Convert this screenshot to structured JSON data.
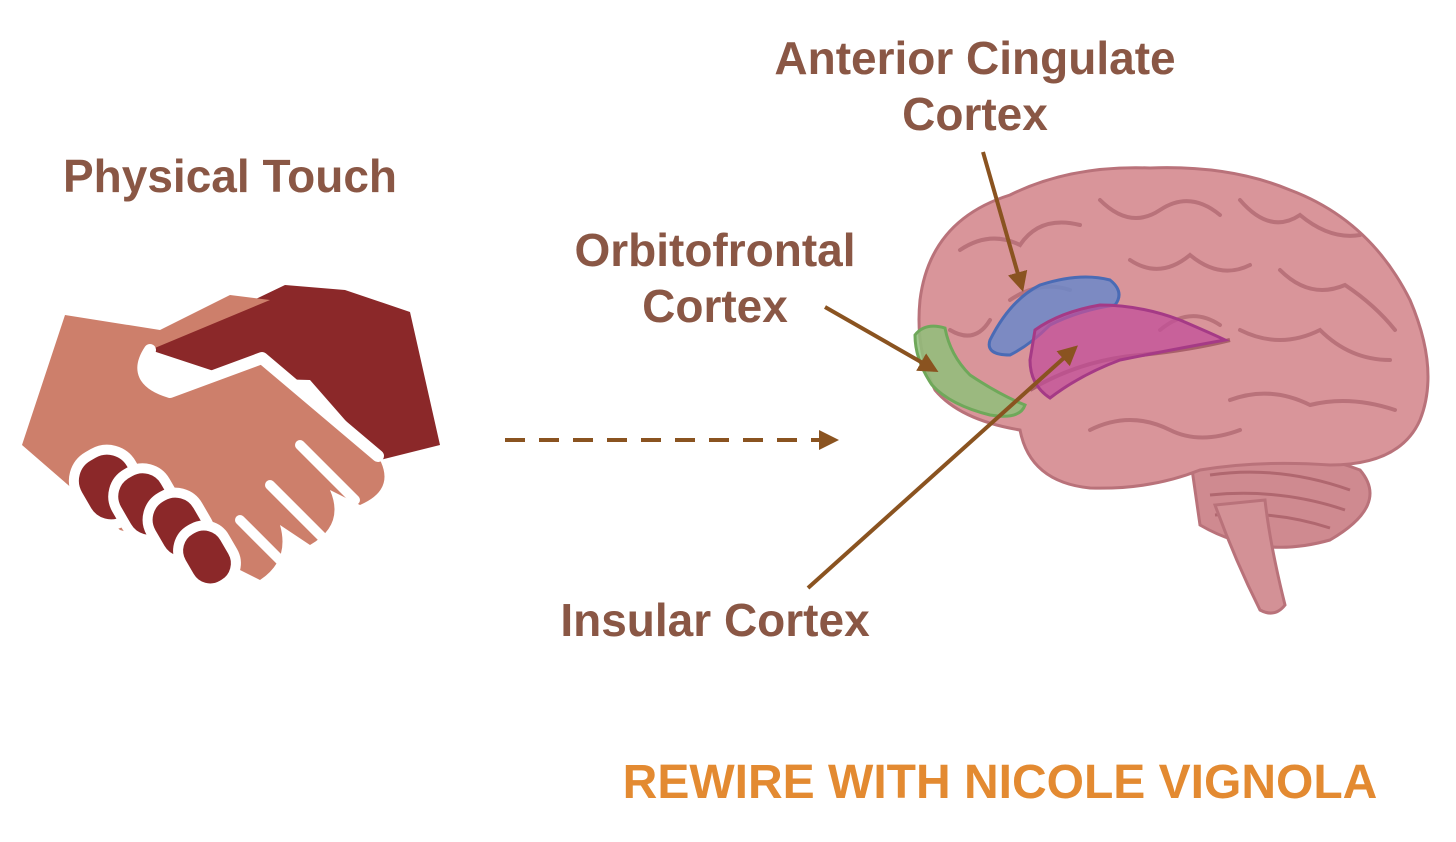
{
  "labels": {
    "physical_touch": "Physical Touch",
    "acc_line1": "Anterior Cingulate",
    "acc_line2": "Cortex",
    "ofc_line1": "Orbitofrontal",
    "ofc_line2": "Cortex",
    "insula": "Insular Cortex"
  },
  "brand": "REWIRE WITH NICOLE VIGNOLA",
  "colors": {
    "label_text": "#8a5745",
    "brand_text": "#e38a31",
    "hand_light": "#cd7f6b",
    "hand_dark": "#8b2829",
    "arrow": "#8a5320",
    "brain_base": "#d9959a",
    "brain_fold": "#b9727a",
    "acc_region": "#6b88c9",
    "ofc_region": "#8fc07a",
    "insula_region": "#c2509a"
  },
  "icons": [
    "handshake-icon",
    "brain-illustration"
  ]
}
